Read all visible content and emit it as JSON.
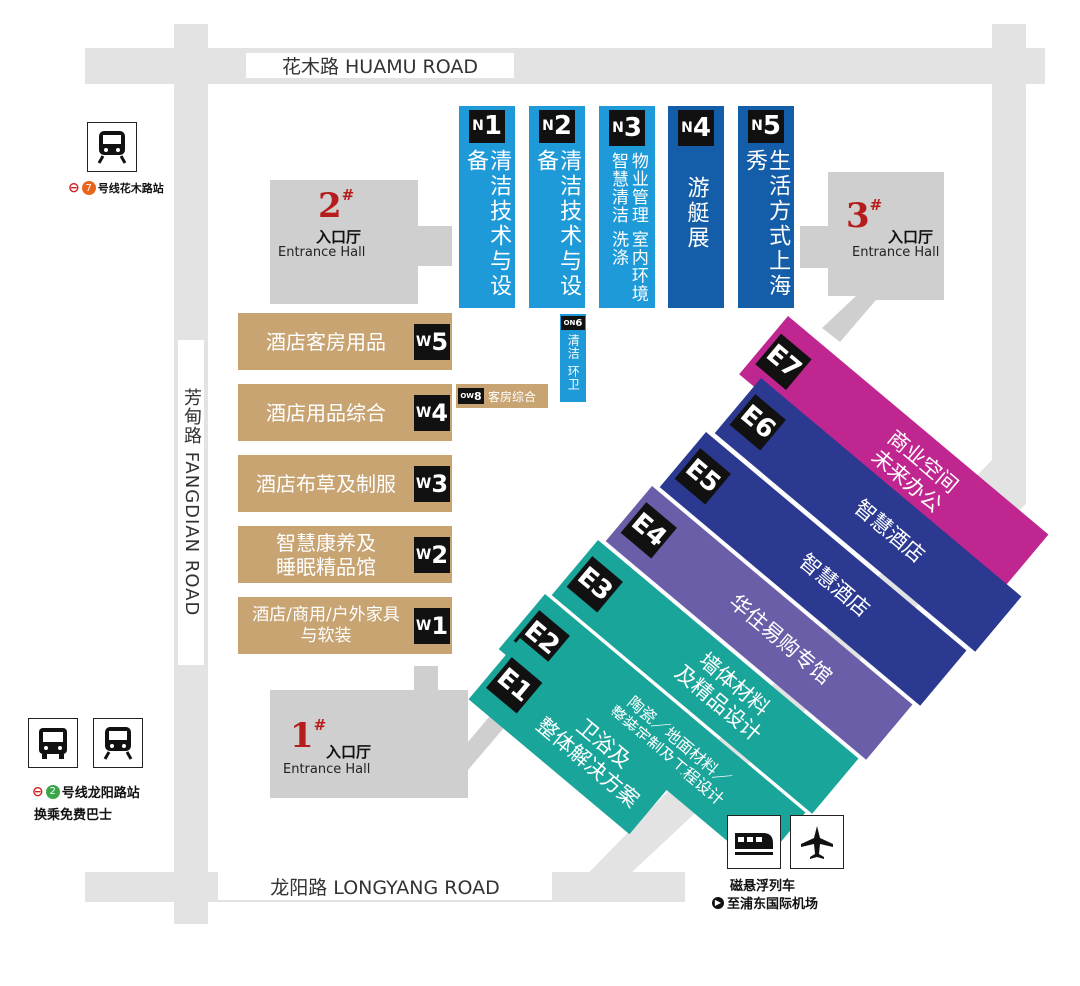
{
  "roads": {
    "huamu": "花木路   HUAMU ROAD",
    "longyang": "龙阳路   LONGYANG ROAD",
    "fangdian": "芳甸路  FANGDIAN ROAD"
  },
  "entrance_halls": [
    {
      "num": "1",
      "mark": "#",
      "cn": "入口厅",
      "en": "Entrance Hall"
    },
    {
      "num": "2",
      "mark": "#",
      "cn": "入口厅",
      "en": "Entrance Hall"
    },
    {
      "num": "3",
      "mark": "#",
      "cn": "入口厅",
      "en": "Entrance Hall"
    }
  ],
  "north_halls": [
    {
      "letter": "N",
      "num": "1",
      "name": "清洁技术与设备",
      "color": "#1e9ad8"
    },
    {
      "letter": "N",
      "num": "2",
      "name": "清洁技术与设备",
      "color": "#1e9ad8"
    },
    {
      "letter": "N",
      "num": "3",
      "name": "物业管理 室内环境",
      "name2": "智慧清洁 洗涤",
      "color": "#1e9ad8"
    },
    {
      "letter": "N",
      "num": "4",
      "name": "游艇展",
      "color": "#145da8"
    },
    {
      "letter": "N",
      "num": "5",
      "name": "生活方式上海秀",
      "color": "#145da8"
    }
  ],
  "on6": {
    "badge_small": "ON",
    "badge_num": "6",
    "name": "清洁 环卫",
    "color": "#1e9ad8"
  },
  "ow8": {
    "badge_small": "OW",
    "badge_num": "8",
    "name": "客房综合",
    "color": "#c8a473"
  },
  "west_halls": [
    {
      "letter": "W",
      "num": "5",
      "name": "酒店客房用品"
    },
    {
      "letter": "W",
      "num": "4",
      "name": "酒店用品综合"
    },
    {
      "letter": "W",
      "num": "3",
      "name": "酒店布草及制服"
    },
    {
      "letter": "W",
      "num": "2",
      "name": "智慧康养及",
      "name2": "睡眠精品馆"
    },
    {
      "letter": "W",
      "num": "1",
      "name": "酒店/商用/户外家具",
      "name2": "与软装"
    }
  ],
  "east_halls": [
    {
      "label": "E7",
      "name": "商业空间",
      "name2": "未来办公",
      "color": "#c0268f"
    },
    {
      "label": "E6",
      "name": "智慧酒店",
      "color": "#2b3990"
    },
    {
      "label": "E5",
      "name": "智慧酒店",
      "color": "#2b3990"
    },
    {
      "label": "E4",
      "name": "华住易购专馆",
      "color": "#6b5ea8"
    },
    {
      "label": "E3",
      "name": "墙体材料",
      "name2": "及精品设计",
      "color": "#1aa59a"
    },
    {
      "label": "E2",
      "name": "陶瓷／地面材料／",
      "name2": "整装定制及工程设计",
      "color": "#1aa59a"
    },
    {
      "label": "E1",
      "name": "卫浴及",
      "name2": "整体解决方案",
      "color": "#1aa59a"
    }
  ],
  "transit": {
    "line7_station": "号线花木路站",
    "line7_num": "7",
    "line2_station": "号线龙阳路站",
    "line2_num": "2",
    "shuttle": "换乘免费巴士",
    "maglev": "磁悬浮列车",
    "airport": "至浦东国际机场"
  }
}
